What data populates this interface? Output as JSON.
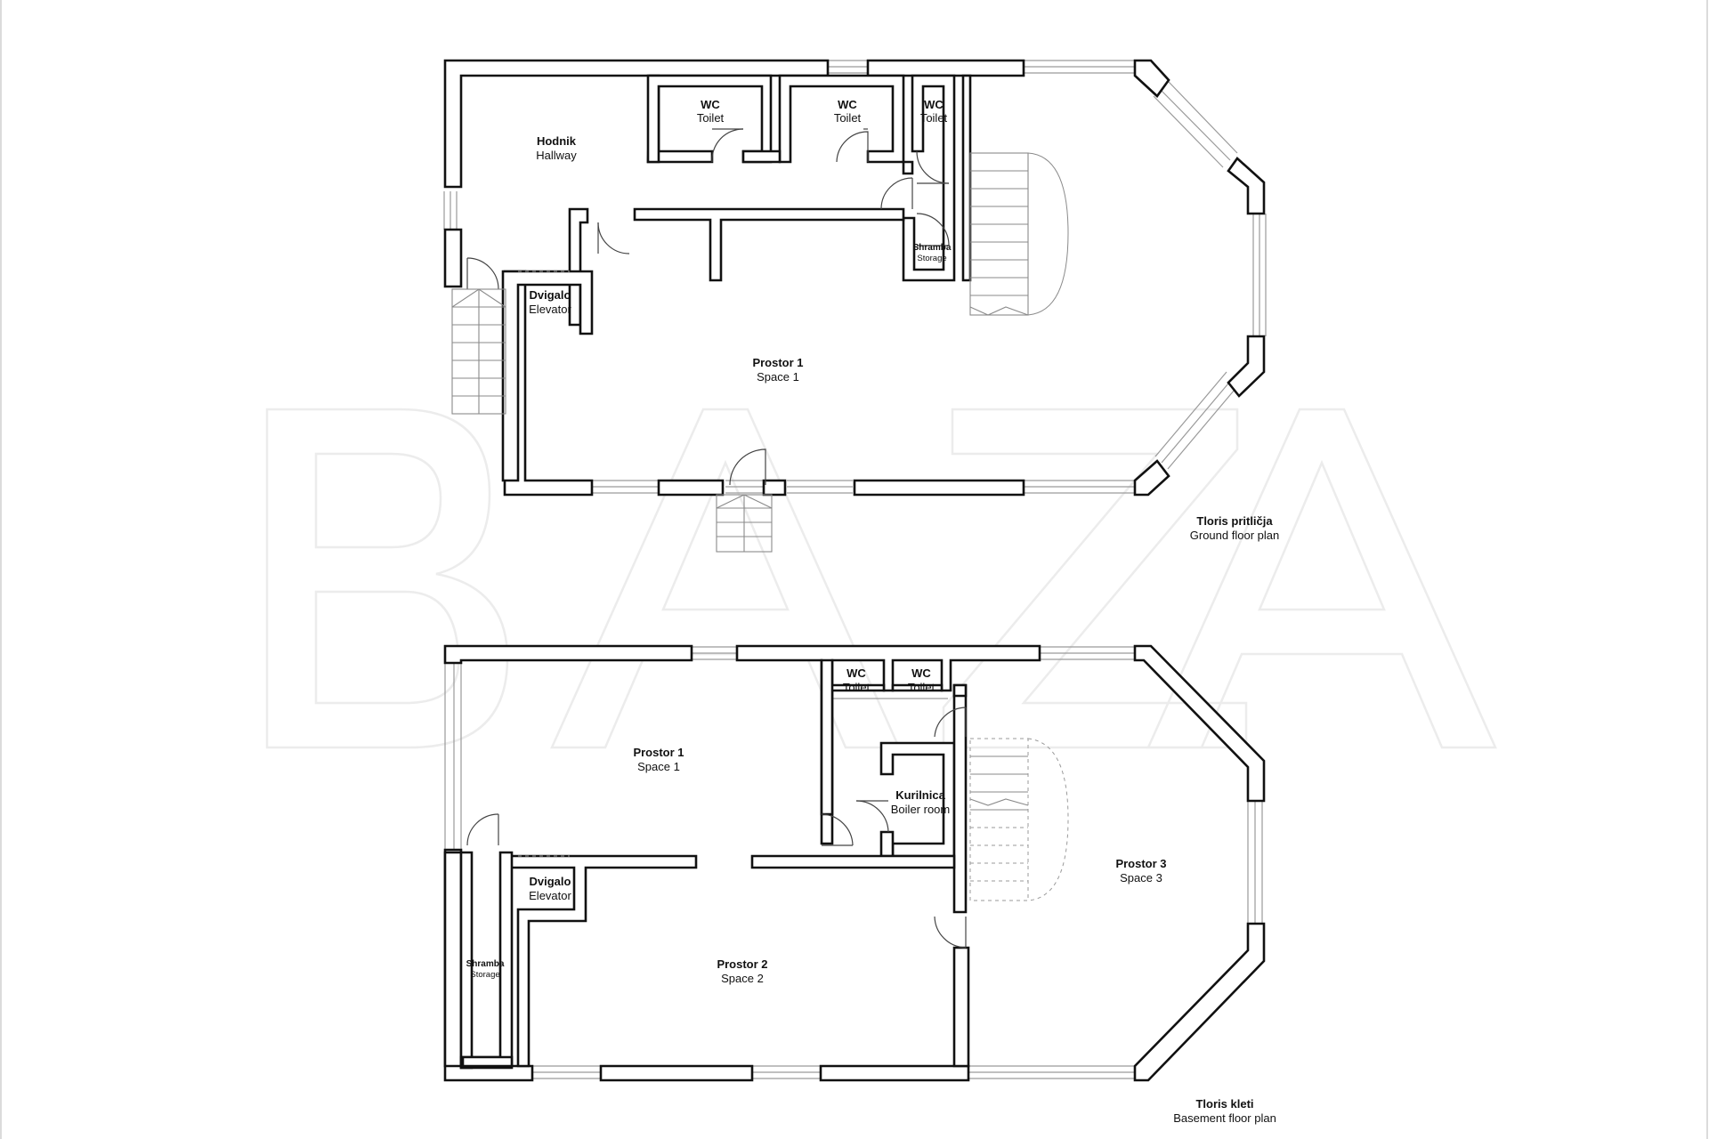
{
  "watermark": "BAZA",
  "ground_floor": {
    "title": "Tloris pritličja",
    "subtitle": "Ground floor plan",
    "rooms": {
      "hallway": {
        "name": "Hodnik",
        "sub": "Hallway"
      },
      "wc1": {
        "name": "WC",
        "sub": "Toilet"
      },
      "wc2": {
        "name": "WC",
        "sub": "Toilet"
      },
      "wc3": {
        "name": "WC",
        "sub": "Toilet"
      },
      "storage": {
        "name": "Shramba",
        "sub": "Storage"
      },
      "elevator": {
        "name": "Dvigalo",
        "sub": "Elevator"
      },
      "space1": {
        "name": "Prostor 1",
        "sub": "Space 1"
      }
    }
  },
  "basement": {
    "title": "Tloris kleti",
    "subtitle": "Basement floor plan",
    "rooms": {
      "space1": {
        "name": "Prostor 1",
        "sub": "Space 1"
      },
      "wc1": {
        "name": "WC",
        "sub": "Toilet"
      },
      "wc2": {
        "name": "WC",
        "sub": "Toilet"
      },
      "boiler": {
        "name": "Kurilnica",
        "sub": "Boiler room"
      },
      "elevator": {
        "name": "Dvigalo",
        "sub": "Elevator"
      },
      "storage": {
        "name": "Shramba",
        "sub": "Storage"
      },
      "space2": {
        "name": "Prostor 2",
        "sub": "Space 2"
      },
      "space3": {
        "name": "Prostor 3",
        "sub": "Space 3"
      }
    }
  }
}
